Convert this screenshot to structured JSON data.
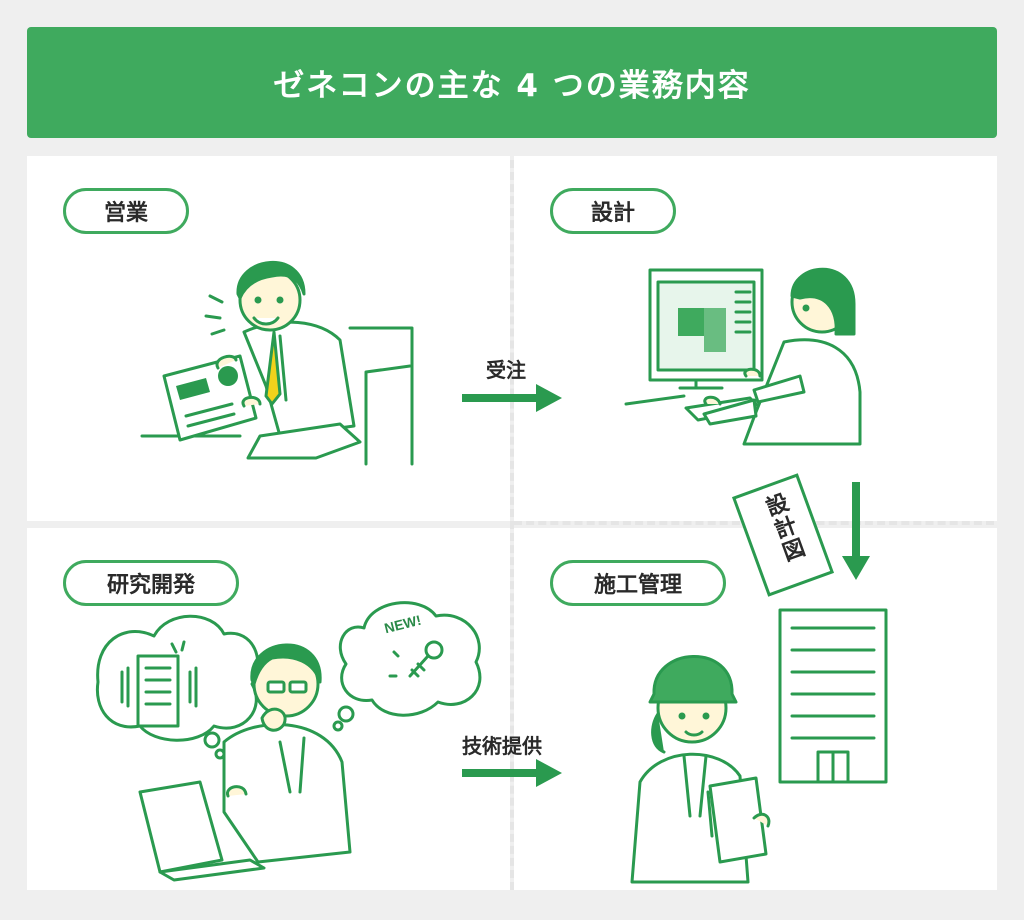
{
  "header": {
    "title": "ゼネコンの主な 4 つの業務内容"
  },
  "sections": {
    "sales": {
      "label": "営業"
    },
    "design": {
      "label": "設計"
    },
    "rnd": {
      "label": "研究開発"
    },
    "construction": {
      "label": "施工管理"
    }
  },
  "flows": {
    "sales_to_design": "受注",
    "rnd_to_construction": "技術提供"
  },
  "drawing_sheet": {
    "label": "設計図"
  },
  "thought_bubble": {
    "label": "NEW!"
  },
  "colors": {
    "accent": "#3faa5e",
    "line": "#2a9a4f",
    "background": "#efefef",
    "panel": "#ffffff",
    "tie": "#f2d21c",
    "skin": "#fff6d8"
  },
  "icons": [
    "person-sales-icon",
    "person-designer-icon",
    "person-researcher-icon",
    "person-site-manager-icon",
    "computer-monitor-icon",
    "laptop-icon",
    "building-icon",
    "screw-icon",
    "arrow-right-icon",
    "arrow-down-icon"
  ]
}
